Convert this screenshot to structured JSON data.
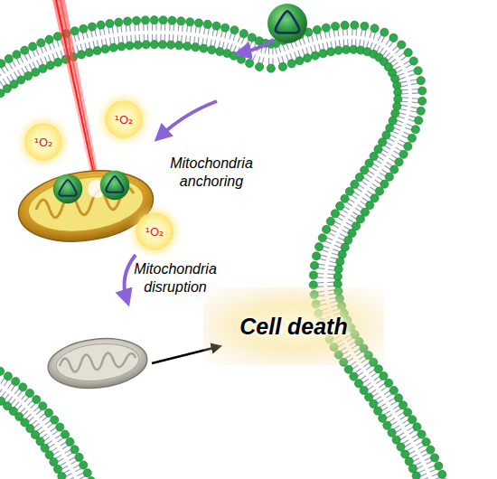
{
  "diagram": {
    "nodes": [
      {
        "text": [
          "¹O₂"
        ]
      },
      {
        "text": [
          "¹O₂"
        ]
      },
      {
        "text": [
          "¹O₂"
        ]
      },
      {
        "text": [
          "Cell death"
        ]
      }
    ],
    "labels": [
      "Mitochondria anchoring",
      "Mitochondria disruption"
    ]
  }
}
